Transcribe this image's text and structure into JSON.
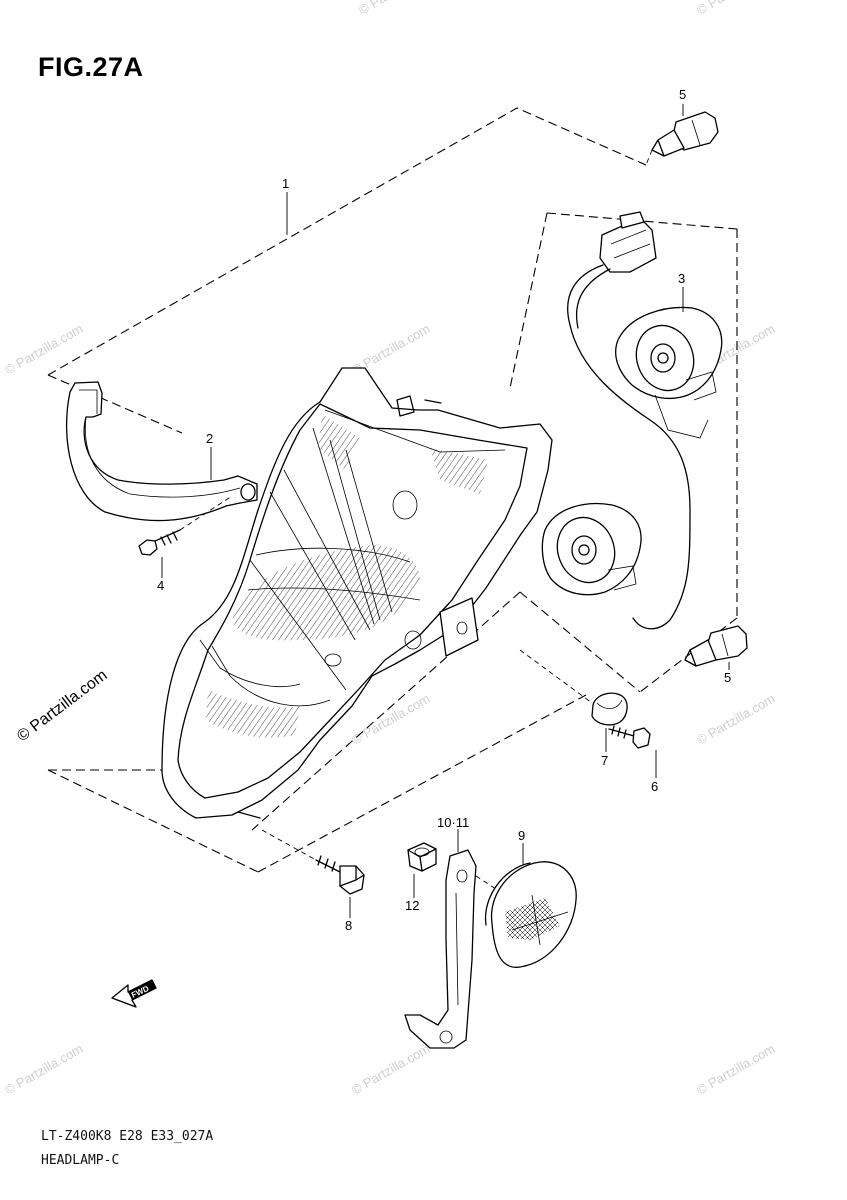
{
  "figure": {
    "title": "FIG.27A",
    "model_code": "LT-Z400K8 E28 E33_027A",
    "section_name": "HEADLAMP-C"
  },
  "watermark": "© Partzilla.com",
  "direction_label": "FWD",
  "callouts": {
    "c1": "1",
    "c2": "2",
    "c3": "3",
    "c4": "4",
    "c5a": "5",
    "c5b": "5",
    "c6": "6",
    "c7": "7",
    "c8": "8",
    "c9": "9",
    "c10_11": "10·11",
    "c12": "12"
  }
}
